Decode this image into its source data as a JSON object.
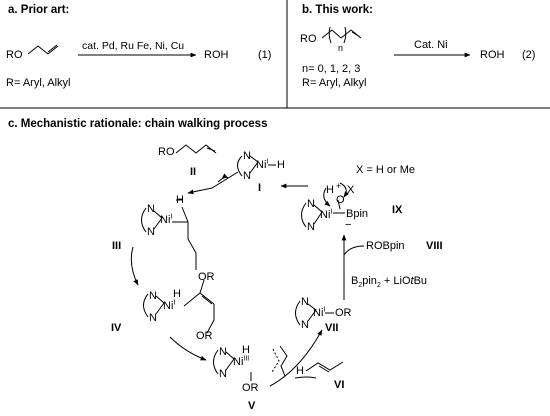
{
  "panel_a": {
    "title": "a. Prior art:",
    "reactant": "RO",
    "catalyst": "cat. Pd, Ru  Fe, Ni, Cu",
    "product": "ROH",
    "eq": "(1)",
    "r_def": "R= Aryl, Alkyl"
  },
  "panel_b": {
    "title": "b. This work:",
    "reactant_ro": "RO",
    "n_sub": "n",
    "catalyst": "Cat. Ni",
    "product": "ROH",
    "eq": "(2)",
    "n_def": "n= 0, 1, 2, 3",
    "r_def": "R= Aryl, Alkyl"
  },
  "panel_c": {
    "title": "c. Mechanistic rationale: chain walking process",
    "x_def": "X = H or Me",
    "labels": {
      "I": "I",
      "II": "II",
      "III": "III",
      "IV": "IV",
      "V": "V",
      "VI": "VI",
      "VII": "VII",
      "VIII": "VIII",
      "IX": "IX"
    },
    "atoms": {
      "N": "N",
      "Ni": "Ni",
      "H": "H",
      "O": "O",
      "X": "X",
      "Bpin": "Bpin",
      "RO": "RO",
      "OR": "OR",
      "sup_I": "I",
      "sup_III": "III",
      "minus": "−",
      "plus": "+"
    },
    "roBpin": "ROBpin",
    "reagent_b2": "B",
    "reagent_pin": "pin",
    "reagent_sub": "2",
    "reagent_li": " + LiO",
    "reagent_t": "t",
    "reagent_bu": "Bu"
  }
}
